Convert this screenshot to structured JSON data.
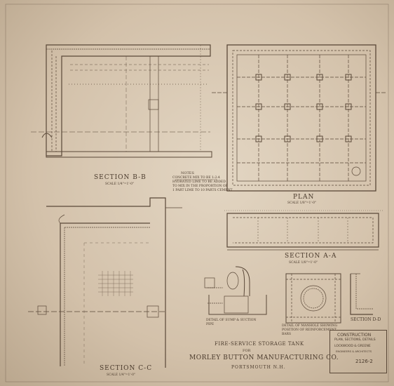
{
  "sections": {
    "section_bb": {
      "title": "SECTION B-B",
      "scale": "SCALE 1/4\"=1'-0\""
    },
    "plan": {
      "title": "PLAN",
      "scale": "SCALE 1/8\"=1'-0\""
    },
    "section_aa": {
      "title": "SECTION A-A",
      "scale": "SCALE 1/8\"=1'-0\""
    },
    "section_cc": {
      "title": "SECTION C-C",
      "scale": "SCALE 1/4\"=1'-0\""
    },
    "section_dd": {
      "title": "SECTION D-D"
    },
    "detail_sump": {
      "title": "DETAIL OF SUMP & SUCTION PIPE"
    },
    "detail_manhole": {
      "title": "DETAIL OF MANHOLE SHOWING POSITION OF REINFORCEMENT BARS"
    }
  },
  "notes": {
    "heading": "NOTES",
    "line1": "CONCRETE MIX TO BE 1:2:4",
    "line2": "HYDRATED LIME TO BE ADDED",
    "line3": "TO MIX IN THE PROPORTION OF",
    "line4": "1 PART LIME TO 10 PARTS CEMENT"
  },
  "main_title": {
    "line1": "FIRE-SERVICE STORAGE TANK",
    "line2": "FOR",
    "line3": "MORLEY BUTTON MANUFACTURING CO.",
    "line4": "PORTSMOUTH N.H."
  },
  "title_block": {
    "line1": "CONSTRUCTION",
    "line2": "PLAN, SECTIONS, DETAILS",
    "firm": "LOCKWOOD & GREENE",
    "firm_sub": "ENGINEERS & ARCHITECTS",
    "drawing_no": "2126-2"
  }
}
